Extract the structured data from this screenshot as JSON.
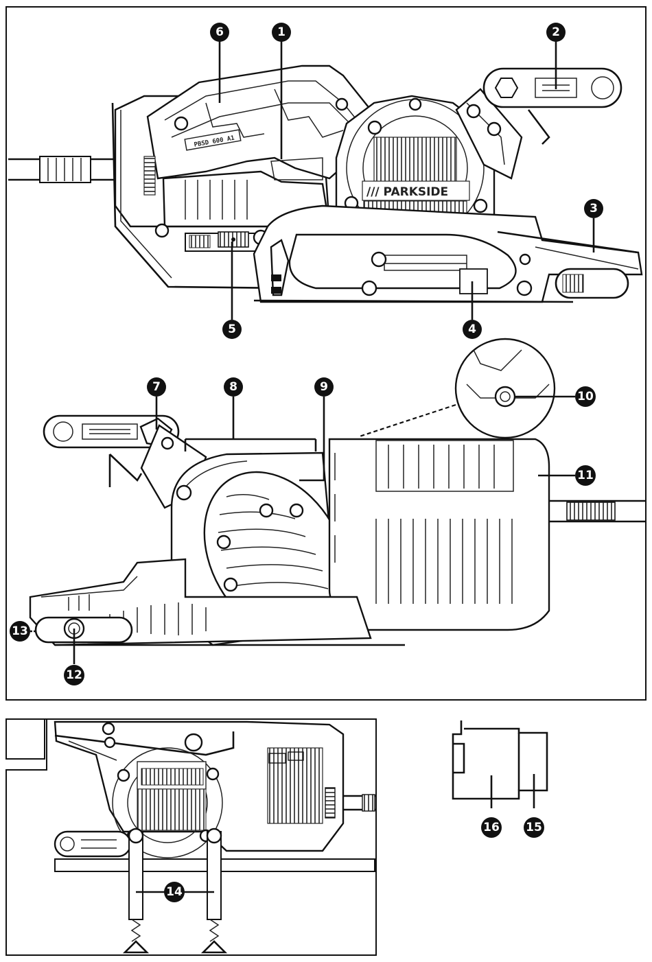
{
  "brand": "/// PARKSIDE",
  "model": "PBSD 600 A1",
  "callouts": [
    {
      "id": "callout-1",
      "label": "1"
    },
    {
      "id": "callout-2",
      "label": "2"
    },
    {
      "id": "callout-3",
      "label": "3"
    },
    {
      "id": "callout-4",
      "label": "4"
    },
    {
      "id": "callout-5",
      "label": "5"
    },
    {
      "id": "callout-6",
      "label": "6"
    },
    {
      "id": "callout-7",
      "label": "7"
    },
    {
      "id": "callout-8",
      "label": "8"
    },
    {
      "id": "callout-9",
      "label": "9"
    },
    {
      "id": "callout-10",
      "label": "10"
    },
    {
      "id": "callout-11",
      "label": "11"
    },
    {
      "id": "callout-12",
      "label": "12"
    },
    {
      "id": "callout-13",
      "label": "13"
    },
    {
      "id": "callout-14",
      "label": "14"
    },
    {
      "id": "callout-15",
      "label": "15"
    },
    {
      "id": "callout-16",
      "label": "16"
    }
  ]
}
